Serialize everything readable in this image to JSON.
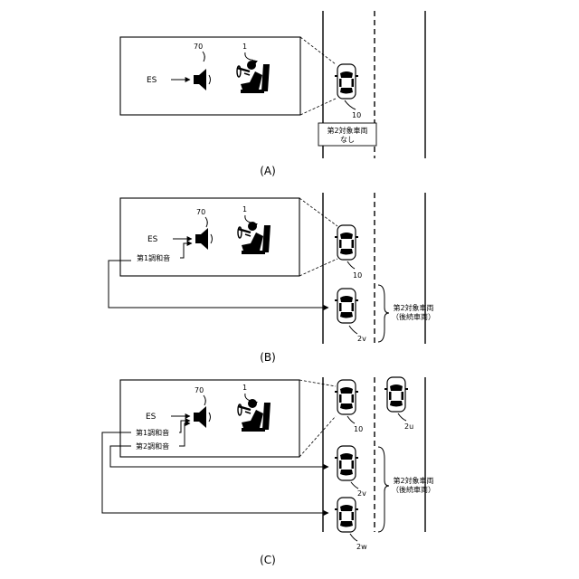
{
  "panels": {
    "a": {
      "caption": "(A)",
      "source": "ES",
      "speaker": "70",
      "driver": "1",
      "own_vehicle": "10",
      "note_line1": "第2対象車両",
      "note_line2": "なし"
    },
    "b": {
      "caption": "(B)",
      "source": "ES",
      "speaker": "70",
      "driver": "1",
      "harmonic1": "第1調和音",
      "own_vehicle": "10",
      "follower": "2v",
      "group_line1": "第2対象車両",
      "group_line2": "（後続車両）"
    },
    "c": {
      "caption": "(C)",
      "source": "ES",
      "speaker": "70",
      "driver": "1",
      "harmonic1": "第1調和音",
      "harmonic2": "第2調和音",
      "own_vehicle": "10",
      "adjacent": "2u",
      "follower1": "2v",
      "follower2": "2w",
      "group_line1": "第2対象車両",
      "group_line2": "（後続車両）"
    }
  }
}
